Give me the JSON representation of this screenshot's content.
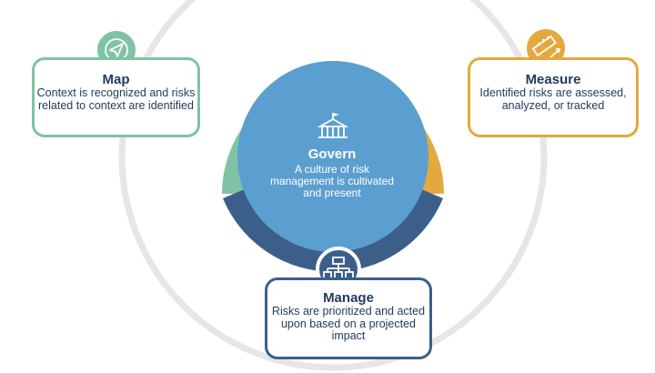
{
  "colors": {
    "map": "#7fc3a4",
    "measure": "#e3a93e",
    "manage": "#3c5f8a",
    "govern": "#5b9fd0",
    "ring": "#e6e6e6"
  },
  "govern": {
    "title": "Govern",
    "body": "A culture of risk management is cultivated and present",
    "icon": "institution-icon"
  },
  "map": {
    "title": "Map",
    "body": "Context is recognized and risks related to context are identified",
    "icon": "navigation-arrow-icon"
  },
  "measure": {
    "title": "Measure",
    "body": "Identified risks are assessed, analyzed, or tracked",
    "icon": "ruler-icon"
  },
  "manage": {
    "title": "Manage",
    "body": "Risks are prioritized and acted upon based on a projected impact",
    "icon": "hierarchy-icon"
  }
}
